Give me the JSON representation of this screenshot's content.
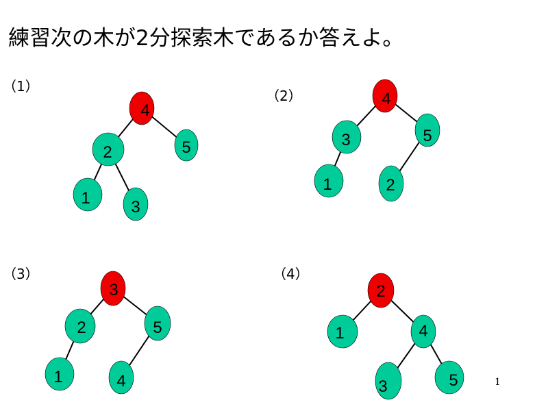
{
  "title": "練習次の木が2分探索木であるか答えよ。",
  "page_number": "1",
  "colors": {
    "root": "#ee0000",
    "node": "#00cc99",
    "edge": "#000000"
  },
  "trees": [
    {
      "label": "（1）",
      "root": "4",
      "edges": [
        [
          "4",
          "2"
        ],
        [
          "4",
          "5"
        ],
        [
          "2",
          "1"
        ],
        [
          "2",
          "3"
        ]
      ],
      "nodes": [
        {
          "value": "4",
          "role": "root"
        },
        {
          "value": "2",
          "role": "node"
        },
        {
          "value": "5",
          "role": "node"
        },
        {
          "value": "1",
          "role": "node"
        },
        {
          "value": "3",
          "role": "node"
        }
      ]
    },
    {
      "label": "（2）",
      "root": "4",
      "edges": [
        [
          "4",
          "3"
        ],
        [
          "4",
          "5"
        ],
        [
          "3",
          "1"
        ],
        [
          "5",
          "2"
        ]
      ],
      "nodes": [
        {
          "value": "4",
          "role": "root"
        },
        {
          "value": "3",
          "role": "node"
        },
        {
          "value": "5",
          "role": "node"
        },
        {
          "value": "1",
          "role": "node"
        },
        {
          "value": "2",
          "role": "node"
        }
      ]
    },
    {
      "label": "（3）",
      "root": "3",
      "edges": [
        [
          "3",
          "2"
        ],
        [
          "3",
          "5"
        ],
        [
          "2",
          "1"
        ],
        [
          "5",
          "4"
        ]
      ],
      "nodes": [
        {
          "value": "3",
          "role": "root"
        },
        {
          "value": "2",
          "role": "node"
        },
        {
          "value": "5",
          "role": "node"
        },
        {
          "value": "1",
          "role": "node"
        },
        {
          "value": "4",
          "role": "node"
        }
      ]
    },
    {
      "label": "（4）",
      "root": "2",
      "edges": [
        [
          "2",
          "1"
        ],
        [
          "2",
          "4"
        ],
        [
          "4",
          "3"
        ],
        [
          "4",
          "5"
        ]
      ],
      "nodes": [
        {
          "value": "2",
          "role": "root"
        },
        {
          "value": "1",
          "role": "node"
        },
        {
          "value": "4",
          "role": "node"
        },
        {
          "value": "3",
          "role": "node"
        },
        {
          "value": "5",
          "role": "node"
        }
      ]
    }
  ]
}
